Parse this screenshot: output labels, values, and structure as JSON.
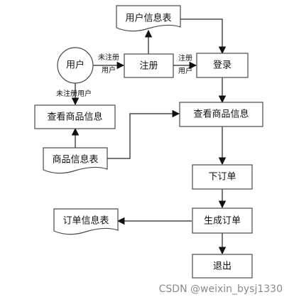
{
  "diagram": {
    "nodes": {
      "user": "用户",
      "user_info_table_top": "用户信息表",
      "register": "注册",
      "login": "登录",
      "view_goods_left": "查看商品信息",
      "view_goods_main": "查看商品信息",
      "goods_info_table": "商品信息表",
      "place_order": "下订单",
      "generate_order": "生成订单",
      "order_info_table": "订单信息表",
      "logout": "退出"
    },
    "edge_labels": {
      "not_registered_1_line1": "未注册",
      "not_registered_1_line2": "用户",
      "registered_line1": "注册",
      "registered_line2": "用户",
      "not_registered_user": "未注册用户"
    },
    "watermark": "CSDN @weixin_bysj1330",
    "colors": {
      "stroke": "#4a4a4a",
      "fill": "#ffffff",
      "text": "#111111",
      "watermark": "#8a8a8a"
    }
  }
}
